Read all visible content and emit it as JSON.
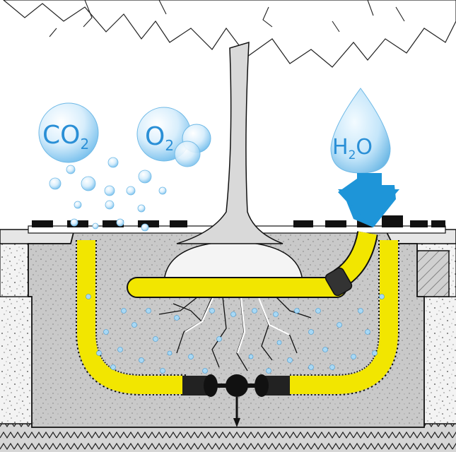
{
  "labels": {
    "co2_base": "CO",
    "co2_sub": "2",
    "o2_base": "O",
    "o2_sub": "2",
    "h2o_h": "H",
    "h2o_sub": "2",
    "h2o_o": "O"
  },
  "colors": {
    "bubble_text": "#2a8fd6",
    "bubble_fill": "#cfe9fb",
    "arrow": "#1e95d8",
    "pipe": "#f2e600",
    "soil": "#c9c9c9",
    "trunk": "#d9d9d9",
    "root_ball": "#f4f4f4",
    "ground_outline": "#111111"
  },
  "icons": {
    "gas_bubble": "circle-bubble",
    "water_drop": "water-drop-icon",
    "inflow_arrow": "arrow-down-icon"
  }
}
